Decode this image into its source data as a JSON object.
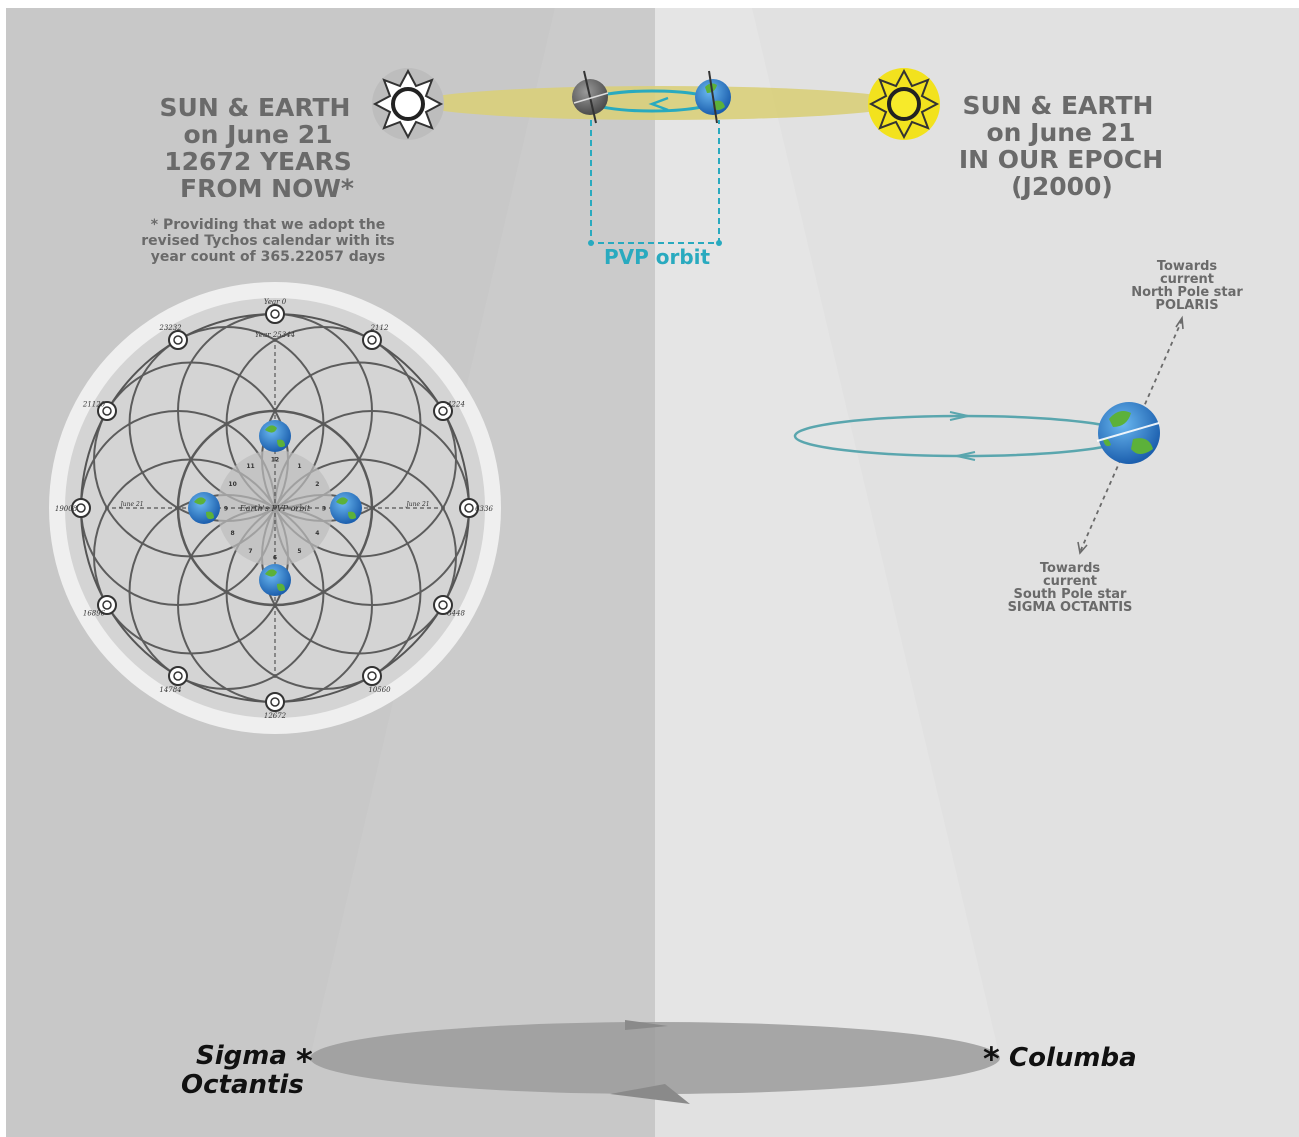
{
  "left_title": [
    "SUN & EARTH",
    "on June 21",
    "12672 YEARS",
    "FROM NOW*"
  ],
  "left_footnote": [
    "* Providing that we adopt the",
    "revised Tychos calendar with its",
    "year count of 365.22057 days"
  ],
  "right_title": [
    "SUN & EARTH",
    "on June 21",
    "IN OUR EPOCH",
    "(J2000)"
  ],
  "pvp_label": "PVP orbit",
  "north_label": [
    "Towards",
    "current",
    "North Pole star",
    "POLARIS"
  ],
  "south_label": [
    "Towards",
    "current",
    "South Pole star",
    "SIGMA OCTANTIS"
  ],
  "star_left": [
    "Sigma",
    "Octantis"
  ],
  "star_right": "Columba",
  "star_glyph": "*",
  "dial": {
    "year_labels": [
      "Year 0",
      "2112",
      "4224",
      "6336",
      "8448",
      "10560",
      "12672",
      "14784",
      "16896",
      "19008",
      "21120",
      "23232"
    ],
    "inner_year_label": "Year 25344",
    "june_label": "June 21",
    "center_label": "Earth's PVP orbit",
    "month_numbers": [
      "12",
      "1",
      "2",
      "3",
      "4",
      "5",
      "6",
      "7",
      "8",
      "9",
      "10",
      "11"
    ]
  },
  "colors": {
    "left_panel": "#c8c8c8",
    "right_panel": "#e1e1e1",
    "title_text": "#6a6a6a",
    "pvp_cyan": "#29aabf",
    "sun_yellow": "#f2e21e",
    "ecliptic_band": "#d9cf7a",
    "earth_blue": "#2f7fd0",
    "earth_green": "#5cb13a"
  },
  "icons": [
    "sun-icon",
    "grey-sun-icon",
    "earth-icon",
    "star-icon"
  ]
}
